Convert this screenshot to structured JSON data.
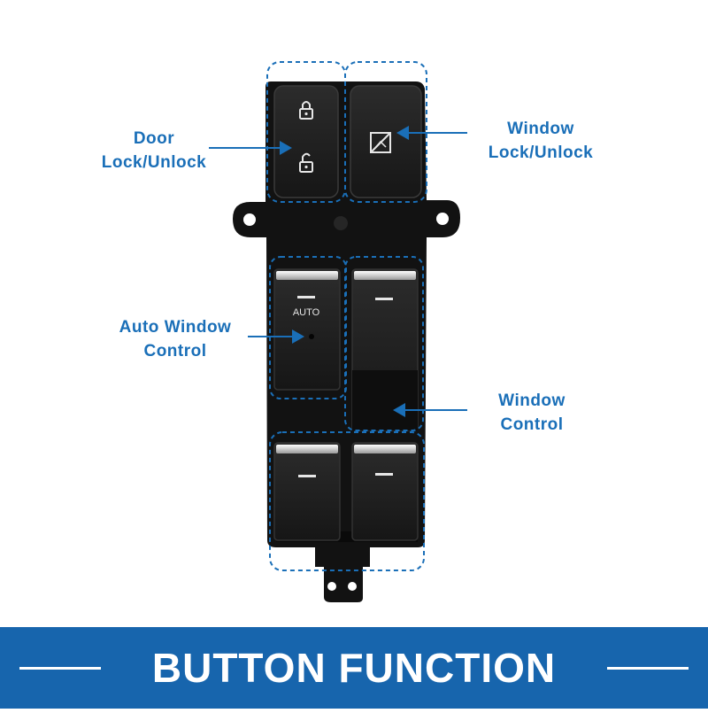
{
  "labels": {
    "door": [
      "Door",
      "Lock/Unlock"
    ],
    "window_lock": [
      "Window",
      "Lock/Unlock"
    ],
    "auto": [
      "Auto Window",
      "Control"
    ],
    "window_control": [
      "Window",
      "Control"
    ]
  },
  "panel_text": {
    "auto": "AUTO"
  },
  "banner": {
    "title": "BUTTON FUNCTION"
  },
  "colors": {
    "accent": "#1a6fb8",
    "banner": "#1765ad",
    "panel": "#141414"
  }
}
